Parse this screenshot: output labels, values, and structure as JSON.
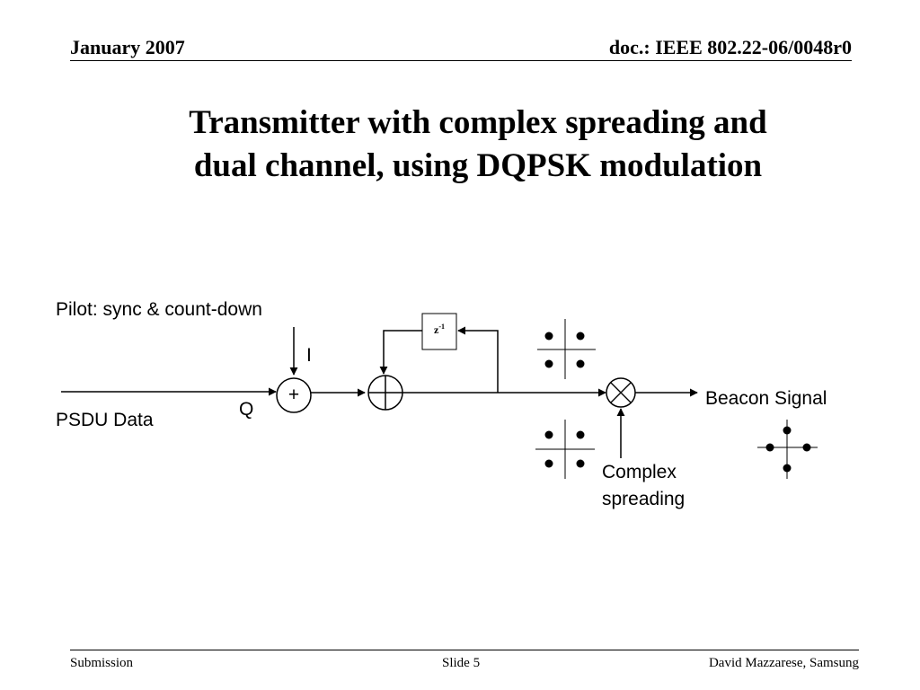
{
  "header": {
    "date": "January 2007",
    "doc_id": "doc.: IEEE 802.22-06/0048r0"
  },
  "title": {
    "line1": "Transmitter with complex spreading and",
    "line2": "dual channel, using DQPSK modulation"
  },
  "diagram": {
    "pilot_label": "Pilot: sync & count-down",
    "i_label": "I",
    "q_label": "Q",
    "psdu_label": "PSDU Data",
    "adder_symbol": "+",
    "delay_base": "z",
    "delay_exp": "-1",
    "output_label": "Beacon Signal",
    "spreading_line1": "Complex",
    "spreading_line2": "spreading"
  },
  "footer": {
    "left": "Submission",
    "center": "Slide 5",
    "right": "David Mazzarese, Samsung"
  }
}
